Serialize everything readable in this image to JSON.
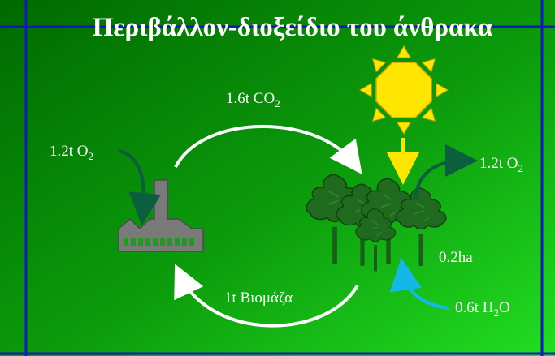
{
  "title": "Περιβάλλον-διοξείδιο του άνθρακα",
  "labels": {
    "o2_in_amount": "1.2t O",
    "o2_in_sub": "2",
    "co2_amount": "1.6t CO",
    "co2_sub": "2",
    "o2_out_amount": "1.2t O",
    "o2_out_sub": "2",
    "area": "0.2ha",
    "biomass": "1t Βιομάζα",
    "water_amount": "0.6t H",
    "water_sub": "2",
    "water_tail": "O"
  },
  "colors": {
    "background_dark": "#006d00",
    "background_light": "#1fd61f",
    "frame": "#1414c8",
    "sun": "#ffe600",
    "arrow_white": "#ffffff",
    "arrow_teal": "#0b5e3e",
    "arrow_water": "#13b8e6",
    "factory": "#7a7a7a",
    "trees": "#1f6a1f"
  },
  "icons": [
    "factory-icon",
    "sun-icon",
    "trees-icon"
  ]
}
